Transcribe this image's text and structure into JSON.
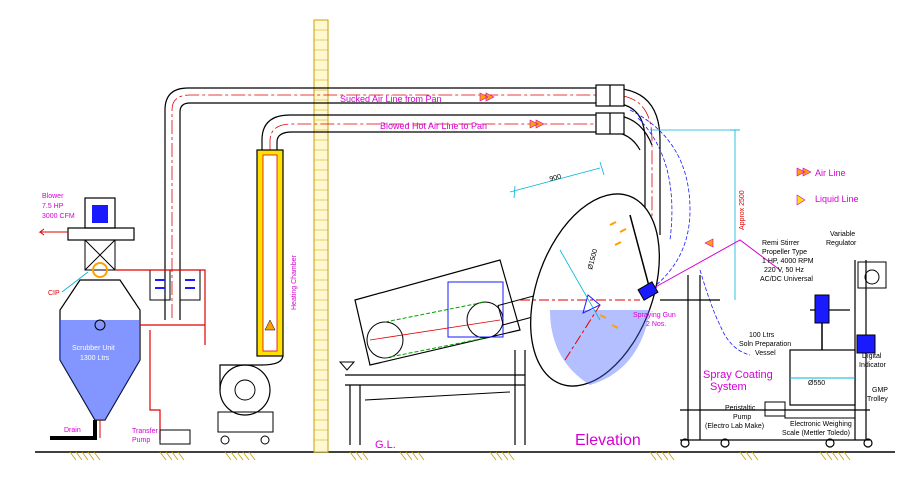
{
  "colors": {
    "blue": "#1a1aff",
    "red": "#e00000",
    "black": "#000000",
    "magenta": "#d400d4",
    "cyan": "#00b4d8",
    "green": "#00a000",
    "yellow": "#ffe000",
    "brick": "#c8a000",
    "orange": "#ffa000"
  },
  "labels": {
    "blower": [
      "Blower",
      "7.5 HP",
      "3000 CFM"
    ],
    "cip": "CIP",
    "scrubber": [
      "Scrubber Unit",
      "1300 Ltrs"
    ],
    "drain": "Drain",
    "transfer_pump": [
      "Transfer",
      "Pump"
    ],
    "heating_chamber": "Heating Chamber",
    "sucked_air": "Sucked Air Line from Pan",
    "blowed_air": "Blowed Hot Air Line to Pan",
    "dim_900": "900",
    "dim_1500": "Ø1500",
    "approx": "Approx 2500",
    "air_line": "Air Line",
    "liquid_line": "Liquid Line",
    "spraying_gun": [
      "Spraying Gun",
      "2 Nos."
    ],
    "remi_stirrer": [
      "Remi Stirrer",
      "Propeller Type",
      "1 HP, 4000 RPM",
      "220 V, 50 Hz",
      "AC/DC Universal"
    ],
    "variable_regulator": [
      "Variable",
      "Regulator"
    ],
    "solution_vessel": [
      "100 Ltrs",
      "Soln Preparation",
      "Vessel"
    ],
    "digital_indicator": [
      "Digital",
      "Indicator"
    ],
    "spray_system": [
      "Spray Coating",
      "System"
    ],
    "dim_550": "Ø550",
    "gmp_trolley": [
      "GMP",
      "Trolley"
    ],
    "peristaltic": [
      "Peristaltic",
      "Pump",
      "(Electro Lab Make)"
    ],
    "weighing": [
      "Electronic Weighing",
      "Scale (Mettler Toledo)"
    ],
    "gl": "G.L.",
    "elevation": "Elevation"
  }
}
